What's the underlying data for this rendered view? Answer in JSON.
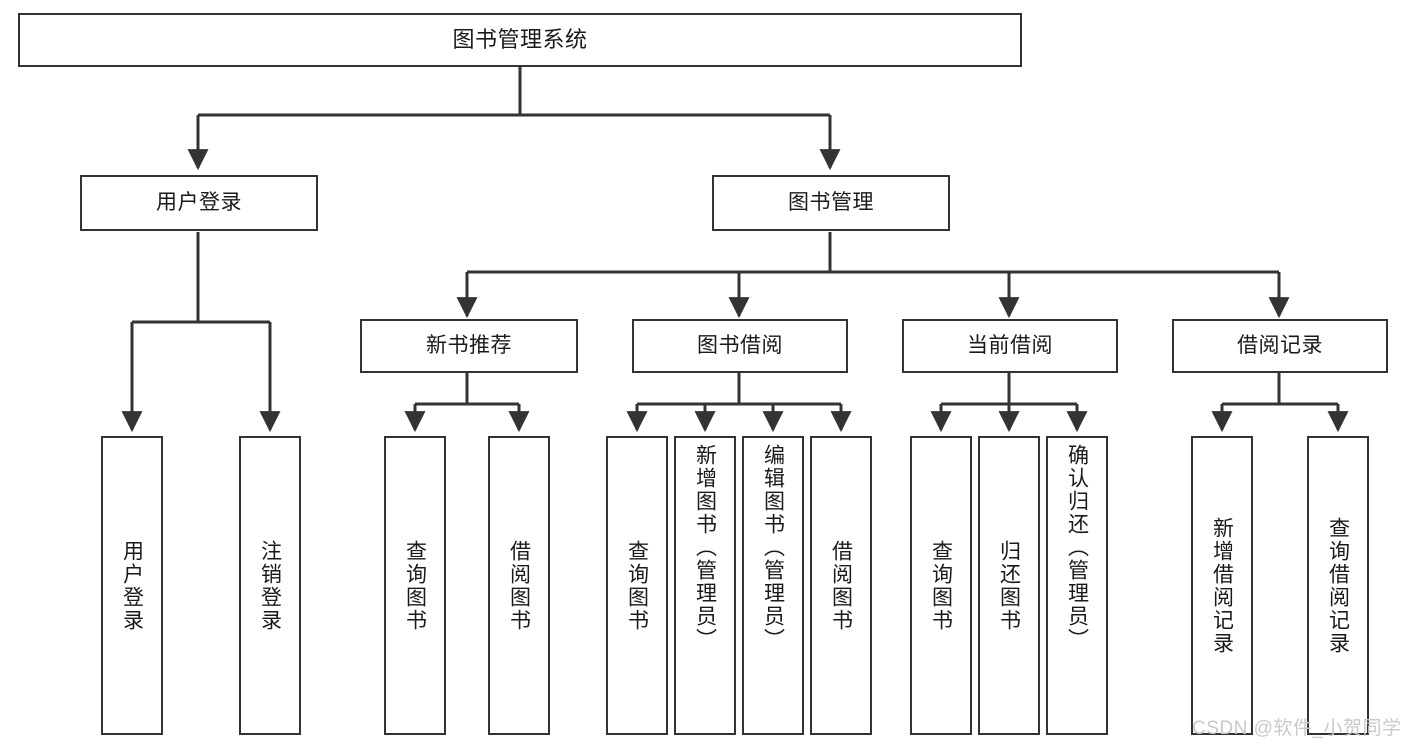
{
  "diagram": {
    "title": "图书管理系统",
    "type": "tree-hierarchy-chart",
    "stroke_color": "#333333",
    "fill_color": "#ffffff",
    "text_color": "#1a1a1a",
    "levels": {
      "root": {
        "label": "图书管理系统"
      },
      "level2": [
        {
          "label": "用户登录"
        },
        {
          "label": "图书管理"
        }
      ],
      "level3": [
        {
          "label": "新书推荐"
        },
        {
          "label": "图书借阅"
        },
        {
          "label": "当前借阅"
        },
        {
          "label": "借阅记录"
        }
      ],
      "leaves": {
        "user_login": [
          {
            "label": "用户登录"
          },
          {
            "label": "注销登录"
          }
        ],
        "new_book_recommend": [
          {
            "label": "查询图书"
          },
          {
            "label": "借阅图书"
          }
        ],
        "book_borrow": [
          {
            "label": "查询图书"
          },
          {
            "label": "新增图书（管理员）"
          },
          {
            "label": "编辑图书（管理员）"
          },
          {
            "label": "借阅图书"
          }
        ],
        "current_borrow": [
          {
            "label": "查询图书"
          },
          {
            "label": "归还图书"
          },
          {
            "label": "确认归还（管理员）"
          }
        ],
        "borrow_record": [
          {
            "label": "新增借阅记录"
          },
          {
            "label": "查询借阅记录"
          }
        ]
      }
    }
  },
  "watermark": {
    "text": "CSDN @软件_小贺同学"
  }
}
